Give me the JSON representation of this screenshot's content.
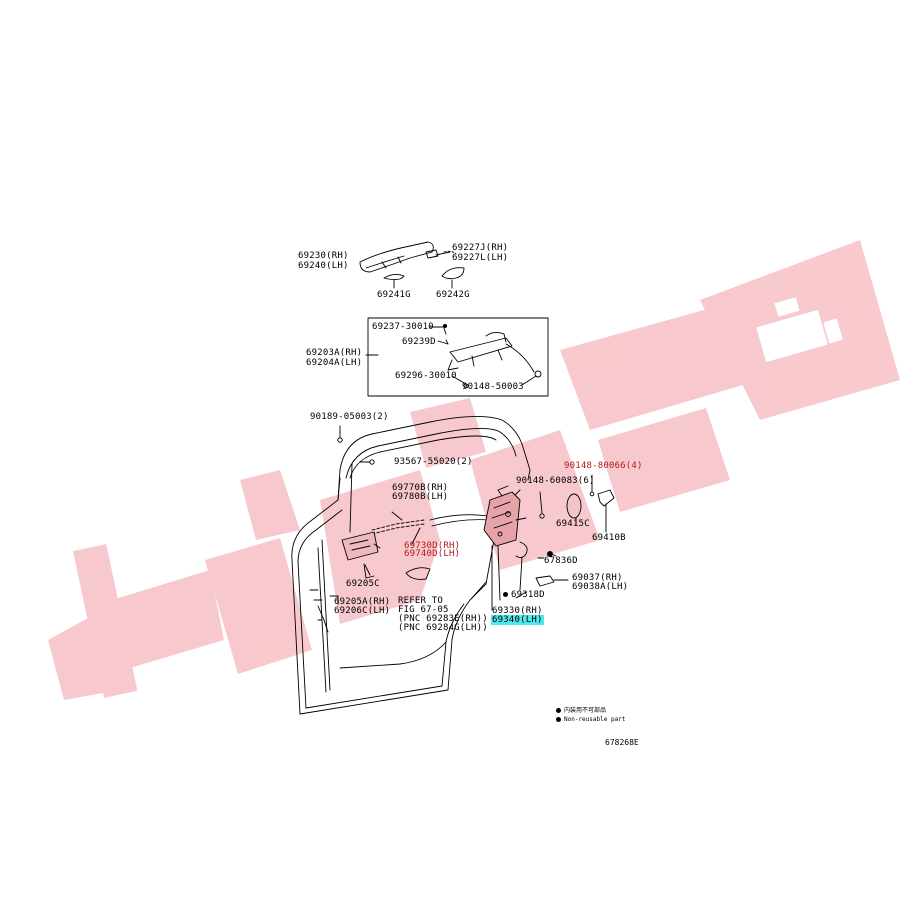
{
  "labels": {
    "p69230": "69230(RH)",
    "p69240": "69240(LH)",
    "p69227": "69227J(RH)",
    "p69227l": "69227L(LH)",
    "p69241": "69241G",
    "p69242": "69242G",
    "p69237": "69237-30010",
    "p69239": "69239D",
    "p69203": "69203A(RH)",
    "p69204": "69204A(LH)",
    "p69296": "69296-30010",
    "p90148a": "90148-50003",
    "p90189": "90189-05003(2)",
    "p93567": "93567-55020(2)",
    "p90148b": "90148-80066(4)",
    "p90148c": "90148-60083(6)",
    "p69770": "69770B(RH)",
    "p69780": "69780B(LH)",
    "p69415": "69415C",
    "p69410": "69410B",
    "p69730": "69730D(RH)",
    "p69740": "69740D(LH)",
    "p67836": "67836D",
    "p69205c": "69205C",
    "p69037": "69037(RH)",
    "p69038": "69038A(LH)",
    "p69318": "69318D",
    "p69205a": "69205A(RH)",
    "p69206": "69206C(LH)",
    "refer1": "REFER TO",
    "refer2": "FIG 67-05",
    "refer3": "(PNC 69283E(RH))",
    "refer4": "(PNC 69284G(LH))",
    "p69330": "69330(RH)",
    "p69340": "69340(LH)"
  },
  "legend": {
    "line1": "内装用不可部品",
    "line2": "Non-reusable part"
  },
  "figure_code": "678268E",
  "colors": {
    "watermark": "#f7c5ca",
    "highlight": "#4fe8ee",
    "red_label": "#b21a1a",
    "part_fill": "#e6a3a8"
  }
}
